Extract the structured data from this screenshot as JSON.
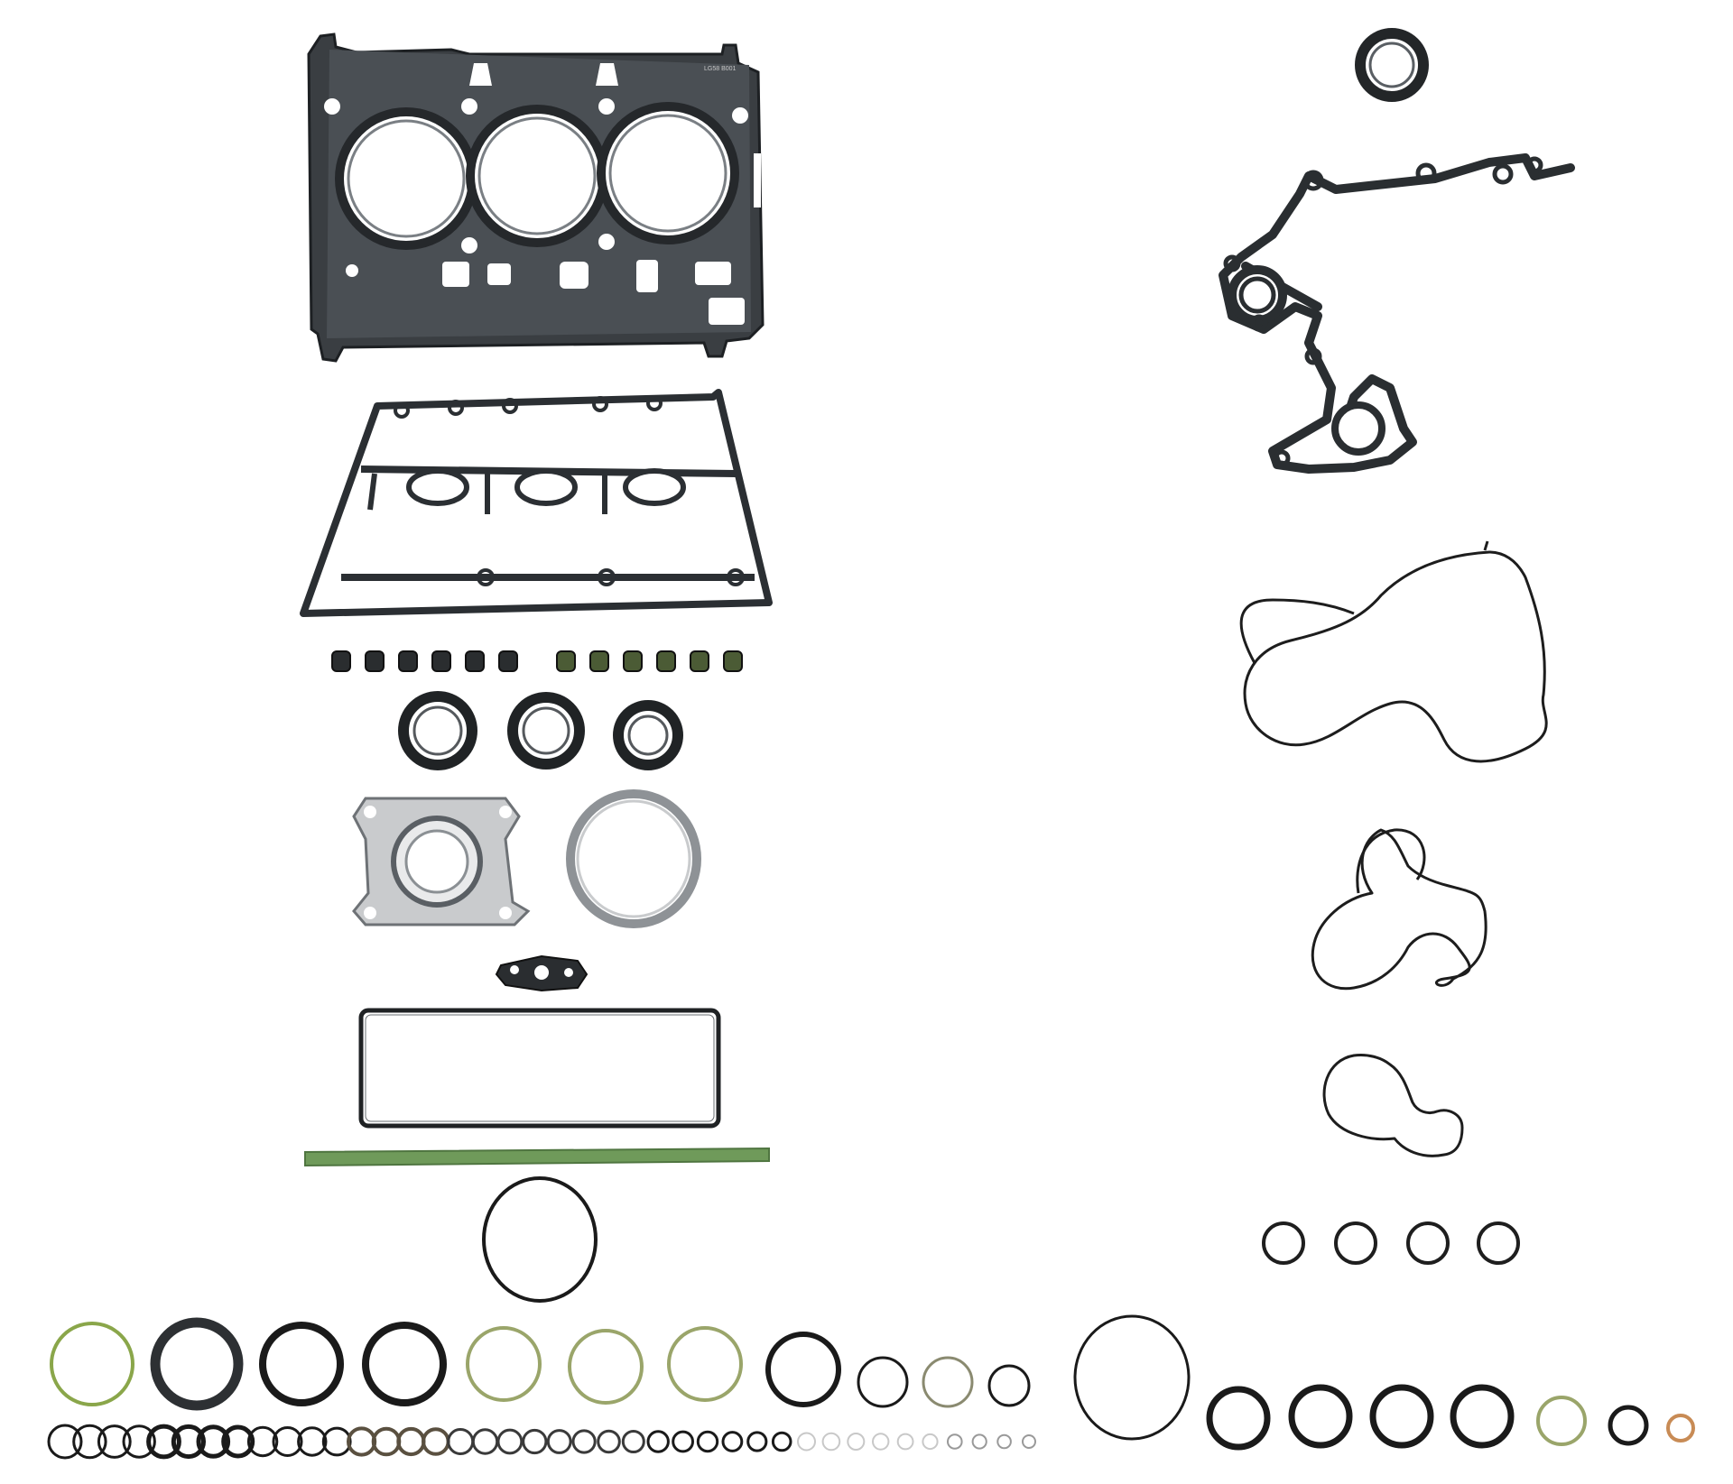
{
  "scene": {
    "background": "#ffffff",
    "subject": "engine-gasket-kit-components",
    "palette": {
      "gasket_dark": "#2b2f33",
      "gasket_mid": "#5a5f64",
      "gasket_light": "#8a8f93",
      "steel_gray": "#b9bcbf",
      "rubber_black": "#1a1a1a",
      "green_seal": "#8aa64a",
      "green_strip": "#6f9a5a",
      "olive_ring": "#9aa56a",
      "copper_ring": "#c88b55",
      "light_ring": "#d8d8d8"
    },
    "head_gasket": {
      "part_marking": "LG58 B001"
    },
    "small_rings": {
      "row_count": 2,
      "bottom_row_total": 40
    }
  }
}
